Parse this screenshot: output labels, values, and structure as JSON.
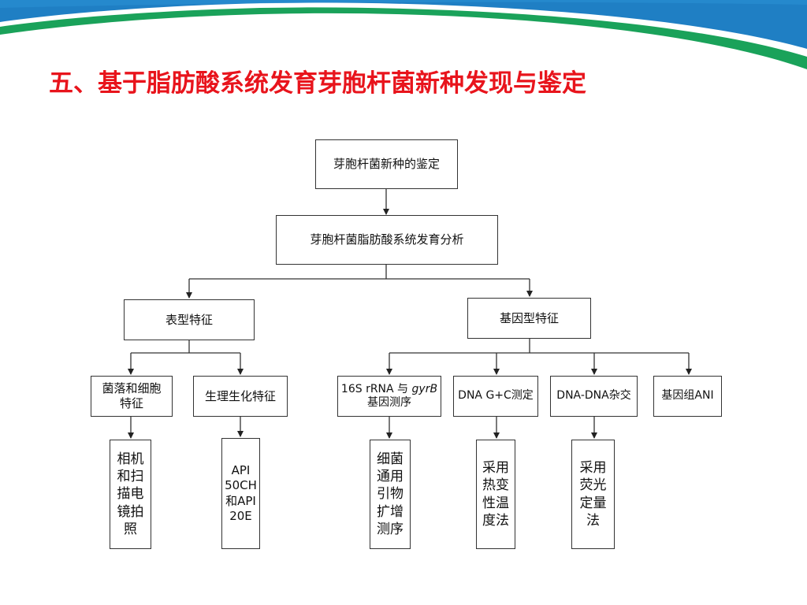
{
  "slide": {
    "title": "五、基于脂肪酸系统发育芽胞杆菌新种发现与鉴定",
    "title_color": "#e8141c",
    "banner_colors": {
      "blue": "#1f7fc4",
      "green": "#1aa25a"
    }
  },
  "diagram": {
    "root": "芽胞杆菌新种的鉴定",
    "analysis": "芽胞杆菌脂肪酸系统发育分析",
    "phenotype": {
      "label": "表型特征",
      "children": [
        {
          "label": "菌落和细胞特征",
          "method": "相机和扫描电镜拍照"
        },
        {
          "label": "生理生化特征",
          "method": "API 50CH和API 20E"
        }
      ]
    },
    "genotype": {
      "label": "基因型特征",
      "children": [
        {
          "label_prefix": "16S rRNA 与 ",
          "label_italic": "gyrB",
          "label_suffix": "基因测序",
          "method": "细菌通用引物扩增测序"
        },
        {
          "label": "DNA G+C测定",
          "method": "采用热变性温度法"
        },
        {
          "label": "DNA-DNA杂交",
          "method": "采用荧光定量法"
        },
        {
          "label": "基因组ANI"
        }
      ]
    }
  }
}
